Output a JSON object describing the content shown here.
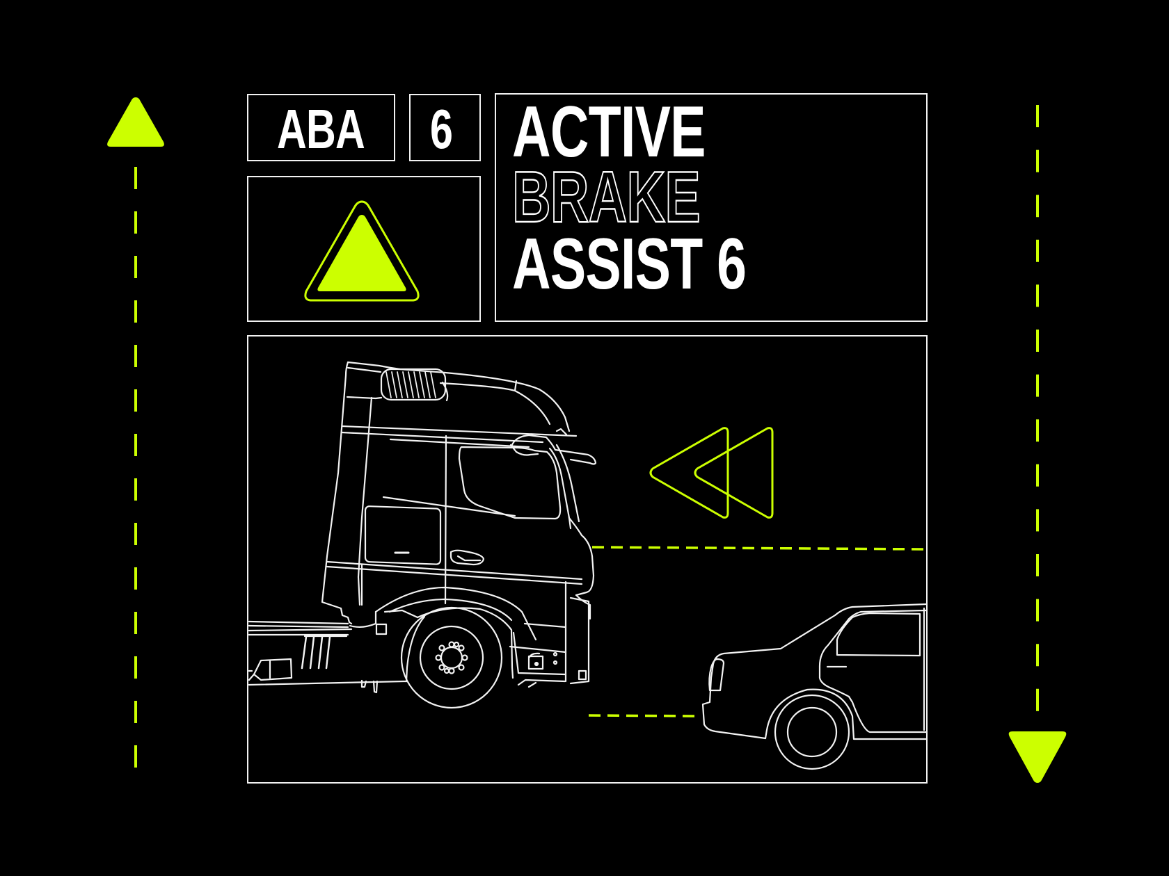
{
  "badge": {
    "code": "ABA",
    "version": "6"
  },
  "title": {
    "line1": "ACTIVE",
    "line2": "BRAKE",
    "line3": "ASSIST 6"
  },
  "icons": {
    "warning": "warning-triangle-icon",
    "rewind": "double-chevron-left-icon",
    "up_arrow": "arrow-up-icon",
    "down_arrow": "arrow-down-icon"
  },
  "illustration": {
    "subject_vehicle": "truck",
    "lead_vehicle": "car"
  },
  "colors": {
    "background": "#000000",
    "line": "#f2f2f2",
    "accent": "#ccff00"
  }
}
